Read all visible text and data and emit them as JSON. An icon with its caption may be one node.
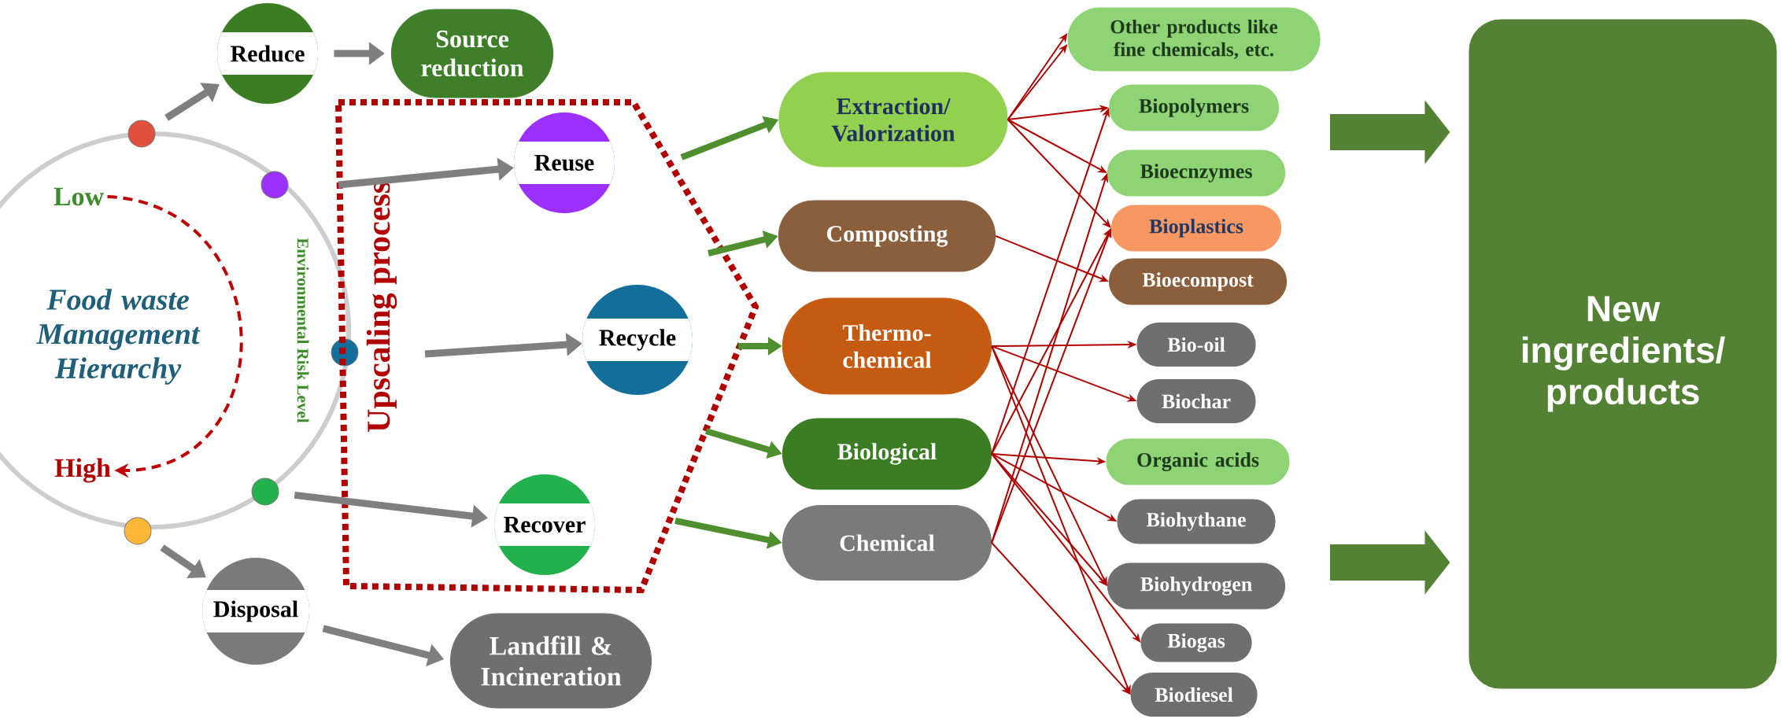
{
  "diagram": {
    "nodes": [
      {
        "text": [
          "Reduce"
        ]
      },
      {
        "text": [
          "Source reduction"
        ]
      },
      {
        "text": [],
        "shape": "circle"
      },
      {
        "text": [],
        "shape": "circle"
      },
      {
        "text": [],
        "shape": "circle"
      },
      {
        "text": [],
        "shape": "circle"
      },
      {
        "text": [],
        "shape": "circle"
      },
      {
        "text": [
          "Low"
        ]
      },
      {
        "text": [
          "High"
        ]
      },
      {
        "text": [
          "Upscaling process"
        ]
      },
      {
        "text": [
          "Reuse"
        ],
        "in": 9
      },
      {
        "text": [
          "Recycle"
        ],
        "in": 9
      },
      {
        "text": [
          "Recover"
        ],
        "in": 9
      },
      {
        "text": [
          "Disposal"
        ]
      },
      {
        "text": [
          "Landfill & Incineration"
        ]
      },
      {
        "text": [
          "Extraction/ Valorization"
        ]
      },
      {
        "text": [
          "Composting"
        ]
      },
      {
        "text": [
          "Thermo- chemical"
        ]
      },
      {
        "text": [
          "Biological"
        ]
      },
      {
        "text": [
          "Chemical"
        ]
      },
      {
        "text": [
          "Other products like fine chemicals, etc."
        ]
      },
      {
        "text": [
          "Biopolymers"
        ]
      },
      {
        "text": [
          "Bioecnzymes"
        ]
      },
      {
        "text": [
          "Bioplastics"
        ]
      },
      {
        "text": [
          "Bioecompost"
        ]
      },
      {
        "text": [
          "Bio-oil"
        ]
      },
      {
        "text": [
          "Biochar"
        ]
      },
      {
        "text": [
          "Organic acids"
        ]
      },
      {
        "text": [
          "Biohythane"
        ]
      },
      {
        "text": [
          "Biohydrogen"
        ]
      },
      {
        "text": [
          "Biogas"
        ]
      },
      {
        "text": [
          "Biodiesel"
        ]
      },
      {
        "text": [
          "New ingredients/ products"
        ]
      }
    ],
    "edges": [
      {
        "from": 2,
        "to": 0,
        "arrow": "to",
        "style": "thick",
        "color": "#7f7f7f"
      },
      {
        "from": 0,
        "to": 1,
        "arrow": "to",
        "style": "thick",
        "color": "#7f7f7f"
      },
      {
        "from": null,
        "to": 10,
        "arrow": "to",
        "style": "thick",
        "color": "#7f7f7f"
      },
      {
        "from": null,
        "to": 11,
        "arrow": "to",
        "style": "thick",
        "color": "#7f7f7f"
      },
      {
        "from": 5,
        "to": 12,
        "arrow": "to",
        "style": "thick",
        "color": "#7f7f7f"
      },
      {
        "from": 6,
        "to": 13,
        "arrow": "to",
        "style": "thick",
        "color": "#7f7f7f"
      },
      {
        "from": 13,
        "to": 14,
        "arrow": "to",
        "style": "thick",
        "color": "#7f7f7f"
      },
      {
        "from": 7,
        "to": 8,
        "arrow": "to",
        "style": "dashed",
        "color": "#c00000"
      },
      {
        "from": 9,
        "to": 15,
        "arrow": "to",
        "style": "thick",
        "color": "#4f8f2f"
      },
      {
        "from": 9,
        "to": 16,
        "arrow": "to",
        "style": "thick",
        "color": "#4f8f2f"
      },
      {
        "from": 9,
        "to": 17,
        "arrow": "to",
        "style": "thick",
        "color": "#4f8f2f"
      },
      {
        "from": 9,
        "to": 18,
        "arrow": "to",
        "style": "thick",
        "color": "#4f8f2f"
      },
      {
        "from": 9,
        "to": 19,
        "arrow": "to",
        "style": "thick",
        "color": "#4f8f2f"
      },
      {
        "from": 15,
        "to": 20,
        "arrow": "to"
      },
      {
        "from": 15,
        "to": 20,
        "arrow": "to"
      },
      {
        "from": 15,
        "to": 21,
        "arrow": "to"
      },
      {
        "from": 15,
        "to": 22,
        "arrow": "to"
      },
      {
        "from": 15,
        "to": 23,
        "arrow": "to"
      },
      {
        "from": 16,
        "to": 24,
        "arrow": "to"
      },
      {
        "from": 17,
        "to": 25,
        "arrow": "to"
      },
      {
        "from": 17,
        "to": 26,
        "arrow": "to"
      },
      {
        "from": 17,
        "to": 29,
        "arrow": "to"
      },
      {
        "from": 17,
        "to": 31,
        "arrow": "to"
      },
      {
        "from": 18,
        "to": 21,
        "arrow": "to"
      },
      {
        "from": 18,
        "to": 23,
        "arrow": "to"
      },
      {
        "from": 18,
        "to": 27,
        "arrow": "to"
      },
      {
        "from": 18,
        "to": 28,
        "arrow": "to"
      },
      {
        "from": 18,
        "to": 29,
        "arrow": "to"
      },
      {
        "from": 18,
        "to": 30,
        "arrow": "to"
      },
      {
        "from": 19,
        "to": 22,
        "arrow": "to"
      },
      {
        "from": 19,
        "to": 23,
        "arrow": "to"
      },
      {
        "from": 19,
        "to": 31,
        "arrow": "to"
      },
      {
        "from": null,
        "to": 32,
        "arrow": "to",
        "style": "thick",
        "color": "#548235"
      },
      {
        "from": null,
        "to": 32,
        "arrow": "to",
        "style": "thick",
        "color": "#548235"
      }
    ],
    "labels": [
      "Food waste Management Hierarchy",
      "Environmental Risk Level"
    ]
  }
}
